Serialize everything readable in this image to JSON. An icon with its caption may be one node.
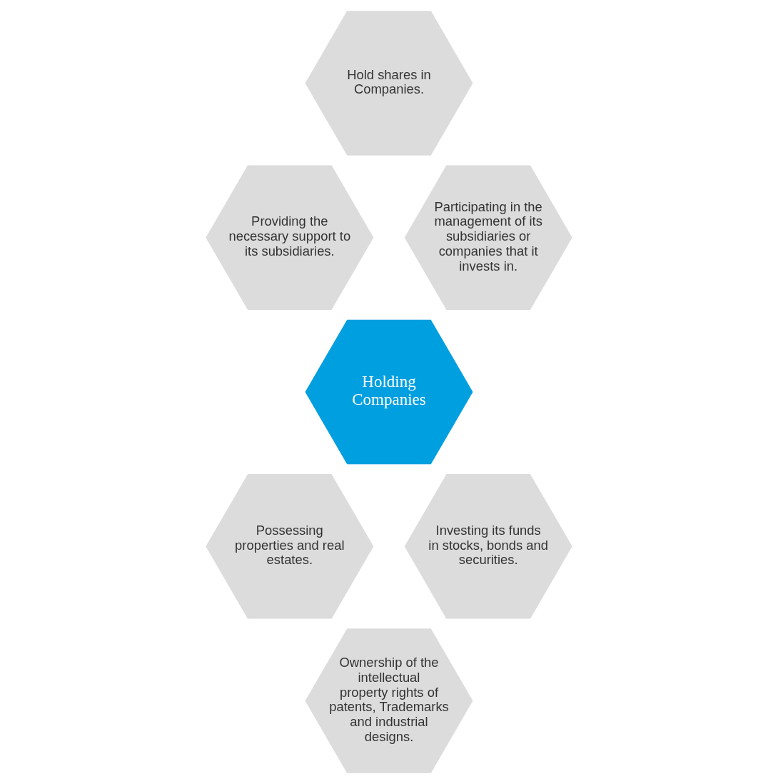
{
  "diagram": {
    "nodes": [
      {
        "text": [
          "Hold shares in Companies."
        ]
      },
      {
        "text": [
          "Participating in the management of its subsidiaries or companies that it invests in."
        ]
      },
      {
        "text": [
          "Providing the necessary support to its subsidiaries."
        ]
      },
      {
        "text": [
          "Holding Companies"
        ]
      },
      {
        "text": [
          "Investing its funds in stocks, bonds and securities."
        ]
      },
      {
        "text": [
          "Possessing properties and real estates."
        ]
      },
      {
        "text": [
          "Ownership of the intellectual property rights of patents, Trademarks and industrial designs."
        ]
      }
    ]
  }
}
